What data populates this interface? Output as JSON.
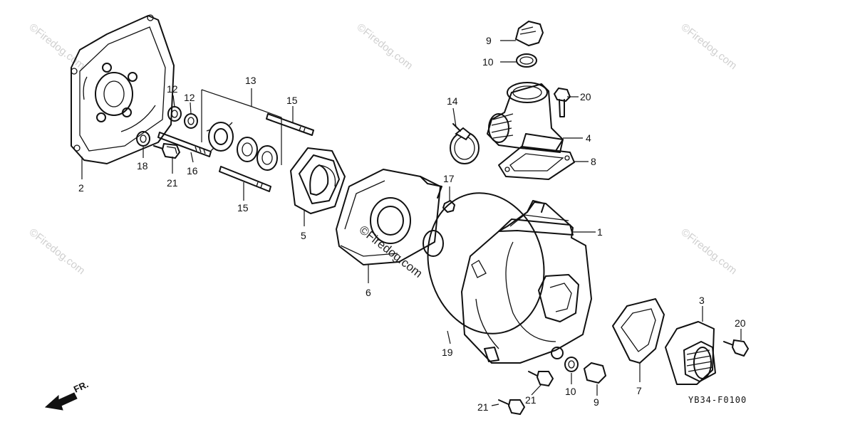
{
  "callouts": {
    "c1": "1",
    "c2": "2",
    "c3": "3",
    "c4": "4",
    "c5": "5",
    "c6": "6",
    "c7": "7",
    "c8": "8",
    "c9a": "9",
    "c9b": "9",
    "c10a": "10",
    "c10b": "10",
    "c12a": "12",
    "c12b": "12",
    "c13": "13",
    "c14": "14",
    "c15a": "15",
    "c15b": "15",
    "c16": "16",
    "c17": "17",
    "c18": "18",
    "c19": "19",
    "c20a": "20",
    "c20b": "20",
    "c21a": "21",
    "c21b": "21",
    "c21c": "21"
  },
  "diagram_code": "YB34-F0100",
  "front_label": "FR.",
  "watermark": "©Firedog.com",
  "watermark_center": "©Firedog.com"
}
